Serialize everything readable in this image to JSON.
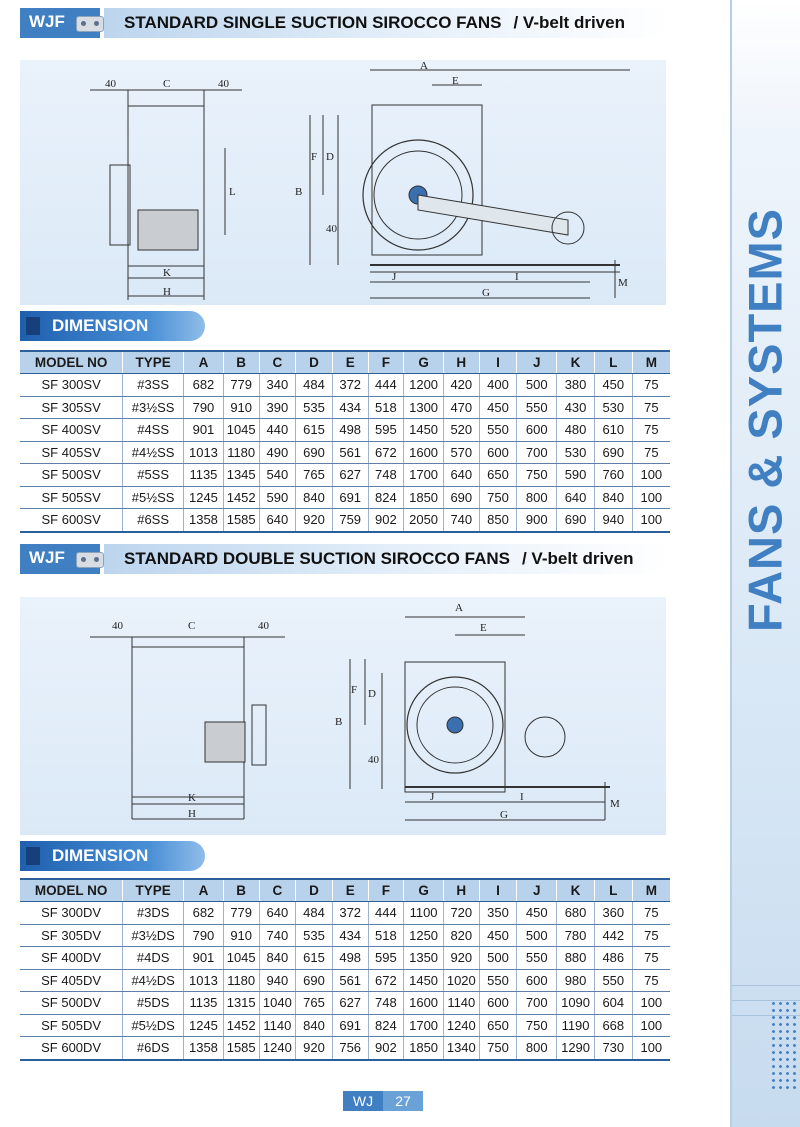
{
  "side_title": "FANS & SYSTEMS",
  "colors": {
    "accent": "#3f7fc2",
    "table_header": "#b9d2ec",
    "rule": "#2b5f9a"
  },
  "sections": [
    {
      "tag": "WJF",
      "title": "STANDARD SINGLE SUCTION SIROCCO FANS",
      "subtitle": "/ V-belt driven",
      "dimension_label": "DIMENSION",
      "drawing_labels": {
        "c": "C",
        "left40": "40",
        "right40": "40",
        "l": "L",
        "k": "K",
        "h": "H",
        "a": "A",
        "e": "E",
        "b": "B",
        "f": "F",
        "d": "D",
        "h40": "40",
        "j": "J",
        "i": "I",
        "g": "G",
        "m": "M"
      },
      "columns": [
        "MODEL NO",
        "TYPE",
        "A",
        "B",
        "C",
        "D",
        "E",
        "F",
        "G",
        "H",
        "I",
        "J",
        "K",
        "L",
        "M"
      ],
      "rows": [
        [
          "SF 300SV",
          "#3SS",
          "682",
          "779",
          "340",
          "484",
          "372",
          "444",
          "1200",
          "420",
          "400",
          "500",
          "380",
          "450",
          "75"
        ],
        [
          "SF 305SV",
          "#3½SS",
          "790",
          "910",
          "390",
          "535",
          "434",
          "518",
          "1300",
          "470",
          "450",
          "550",
          "430",
          "530",
          "75"
        ],
        [
          "SF 400SV",
          "#4SS",
          "901",
          "1045",
          "440",
          "615",
          "498",
          "595",
          "1450",
          "520",
          "550",
          "600",
          "480",
          "610",
          "75"
        ],
        [
          "SF 405SV",
          "#4½SS",
          "1013",
          "1180",
          "490",
          "690",
          "561",
          "672",
          "1600",
          "570",
          "600",
          "700",
          "530",
          "690",
          "75"
        ],
        [
          "SF 500SV",
          "#5SS",
          "1135",
          "1345",
          "540",
          "765",
          "627",
          "748",
          "1700",
          "640",
          "650",
          "750",
          "590",
          "760",
          "100"
        ],
        [
          "SF 505SV",
          "#5½SS",
          "1245",
          "1452",
          "590",
          "840",
          "691",
          "824",
          "1850",
          "690",
          "750",
          "800",
          "640",
          "840",
          "100"
        ],
        [
          "SF 600SV",
          "#6SS",
          "1358",
          "1585",
          "640",
          "920",
          "759",
          "902",
          "2050",
          "740",
          "850",
          "900",
          "690",
          "940",
          "100"
        ]
      ]
    },
    {
      "tag": "WJF",
      "title": "STANDARD DOUBLE SUCTION SIROCCO FANS",
      "subtitle": "/ V-belt driven",
      "dimension_label": "DIMENSION",
      "drawing_labels": {
        "c": "C",
        "left40": "40",
        "right40": "40",
        "k": "K",
        "h": "H",
        "a": "A",
        "e": "E",
        "b": "B",
        "f": "F",
        "d": "D",
        "h40": "40",
        "j": "J",
        "i": "I",
        "g": "G",
        "m": "M"
      },
      "columns": [
        "MODEL NO",
        "TYPE",
        "A",
        "B",
        "C",
        "D",
        "E",
        "F",
        "G",
        "H",
        "I",
        "J",
        "K",
        "L",
        "M"
      ],
      "rows": [
        [
          "SF 300DV",
          "#3DS",
          "682",
          "779",
          "640",
          "484",
          "372",
          "444",
          "1100",
          "720",
          "350",
          "450",
          "680",
          "360",
          "75"
        ],
        [
          "SF 305DV",
          "#3½DS",
          "790",
          "910",
          "740",
          "535",
          "434",
          "518",
          "1250",
          "820",
          "450",
          "500",
          "780",
          "442",
          "75"
        ],
        [
          "SF 400DV",
          "#4DS",
          "901",
          "1045",
          "840",
          "615",
          "498",
          "595",
          "1350",
          "920",
          "500",
          "550",
          "880",
          "486",
          "75"
        ],
        [
          "SF 405DV",
          "#4½DS",
          "1013",
          "1180",
          "940",
          "690",
          "561",
          "672",
          "1450",
          "1020",
          "550",
          "600",
          "980",
          "550",
          "75"
        ],
        [
          "SF 500DV",
          "#5DS",
          "1135",
          "1315",
          "1040",
          "765",
          "627",
          "748",
          "1600",
          "1140",
          "600",
          "700",
          "1090",
          "604",
          "100"
        ],
        [
          "SF 505DV",
          "#5½DS",
          "1245",
          "1452",
          "1140",
          "840",
          "691",
          "824",
          "1700",
          "1240",
          "650",
          "750",
          "1190",
          "668",
          "100"
        ],
        [
          "SF 600DV",
          "#6DS",
          "1358",
          "1585",
          "1240",
          "920",
          "756",
          "902",
          "1850",
          "1340",
          "750",
          "800",
          "1290",
          "730",
          "100"
        ]
      ]
    }
  ],
  "page": {
    "prefix": "WJ",
    "number": "27"
  }
}
